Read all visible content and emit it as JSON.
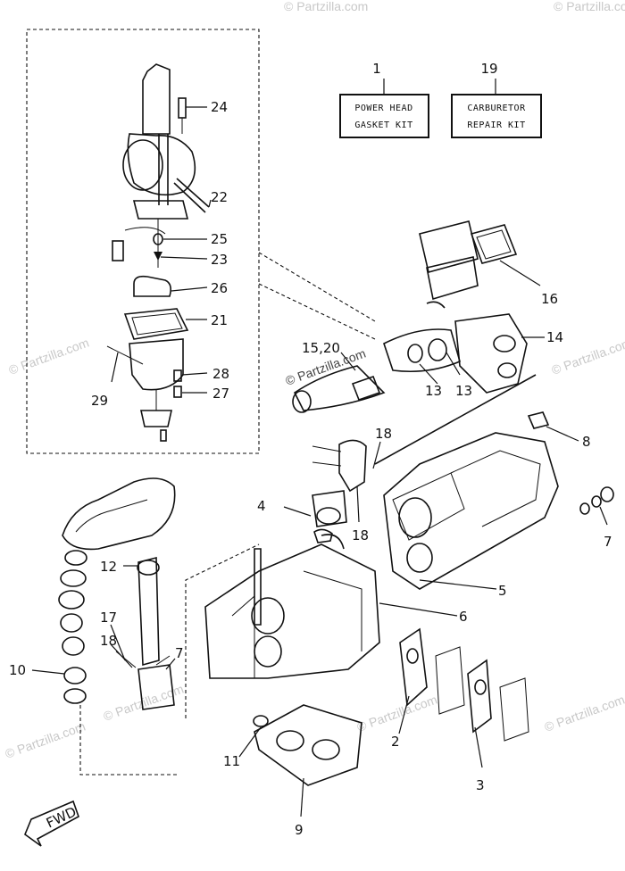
{
  "kits": [
    {
      "number": "1",
      "line1": "POWER HEAD",
      "line2": "GASKET KIT"
    },
    {
      "number": "19",
      "line1": "CARBURETOR",
      "line2": "REPAIR KIT"
    }
  ],
  "callouts": {
    "c24": "24",
    "c22": "22",
    "c25": "25",
    "c23": "23",
    "c26": "26",
    "c21": "21",
    "c28": "28",
    "c27": "27",
    "c29": "29",
    "c16": "16",
    "c14": "14",
    "c1520": "15,20",
    "c13a": "13",
    "c13b": "13",
    "c18a": "18",
    "c8": "8",
    "c4": "4",
    "c18b": "18",
    "c7a": "7",
    "c5": "5",
    "c6": "6",
    "c12": "12",
    "c17": "17",
    "c18c": "18",
    "c7b": "7",
    "c10": "10",
    "c2": "2",
    "c3": "3",
    "c11": "11",
    "c9": "9"
  },
  "fwd_label": "FWD",
  "watermark": "© Partzilla.com"
}
